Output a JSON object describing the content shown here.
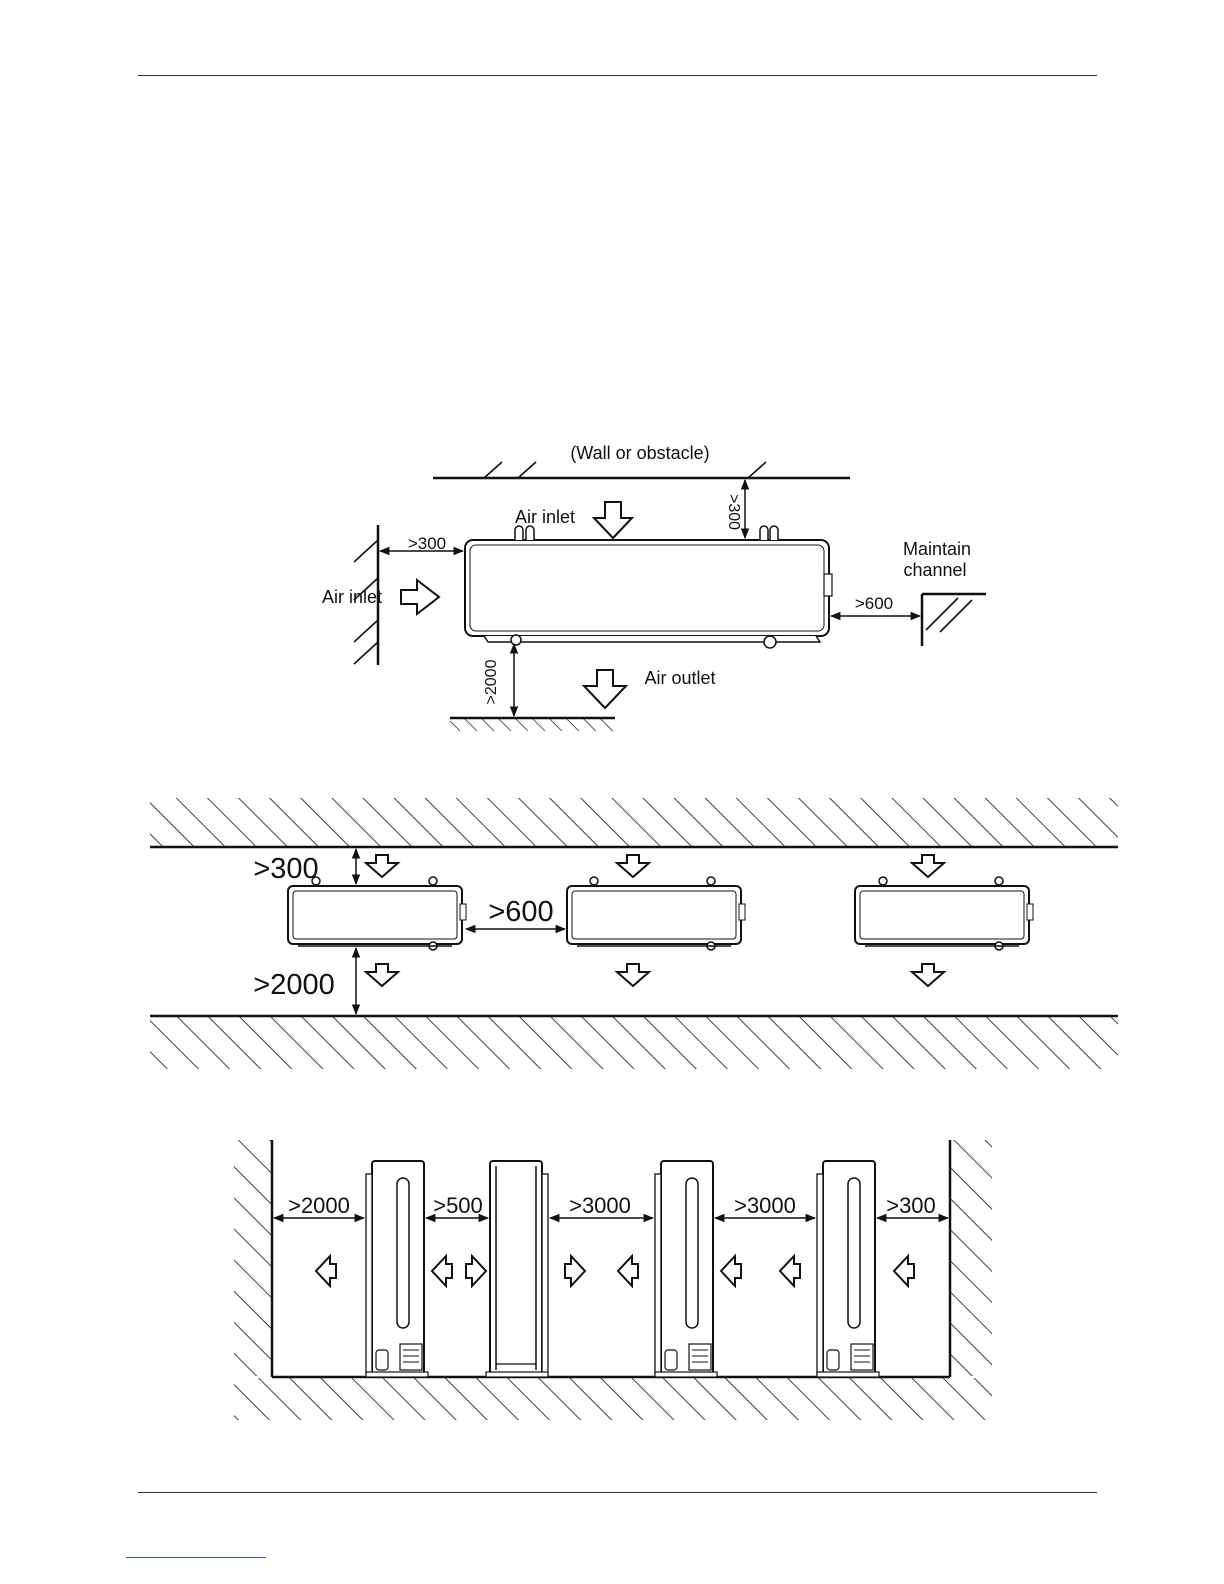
{
  "diagram1": {
    "wall_label": "(Wall or obstacle)",
    "air_inlet_top": "Air inlet",
    "air_inlet_left": "Air inlet",
    "air_outlet": "Air outlet",
    "maintain_line1": "Maintain",
    "maintain_line2": "channel",
    "dim_left": ">300",
    "dim_top": ">300",
    "dim_right": ">600",
    "dim_bottom": ">2000"
  },
  "diagram2": {
    "dim_top": ">300",
    "dim_between": ">600",
    "dim_bottom": ">2000"
  },
  "diagram3": {
    "dim_1": ">2000",
    "dim_2": ">500",
    "dim_3": ">3000",
    "dim_4": ">3000",
    "dim_5": ">300"
  }
}
